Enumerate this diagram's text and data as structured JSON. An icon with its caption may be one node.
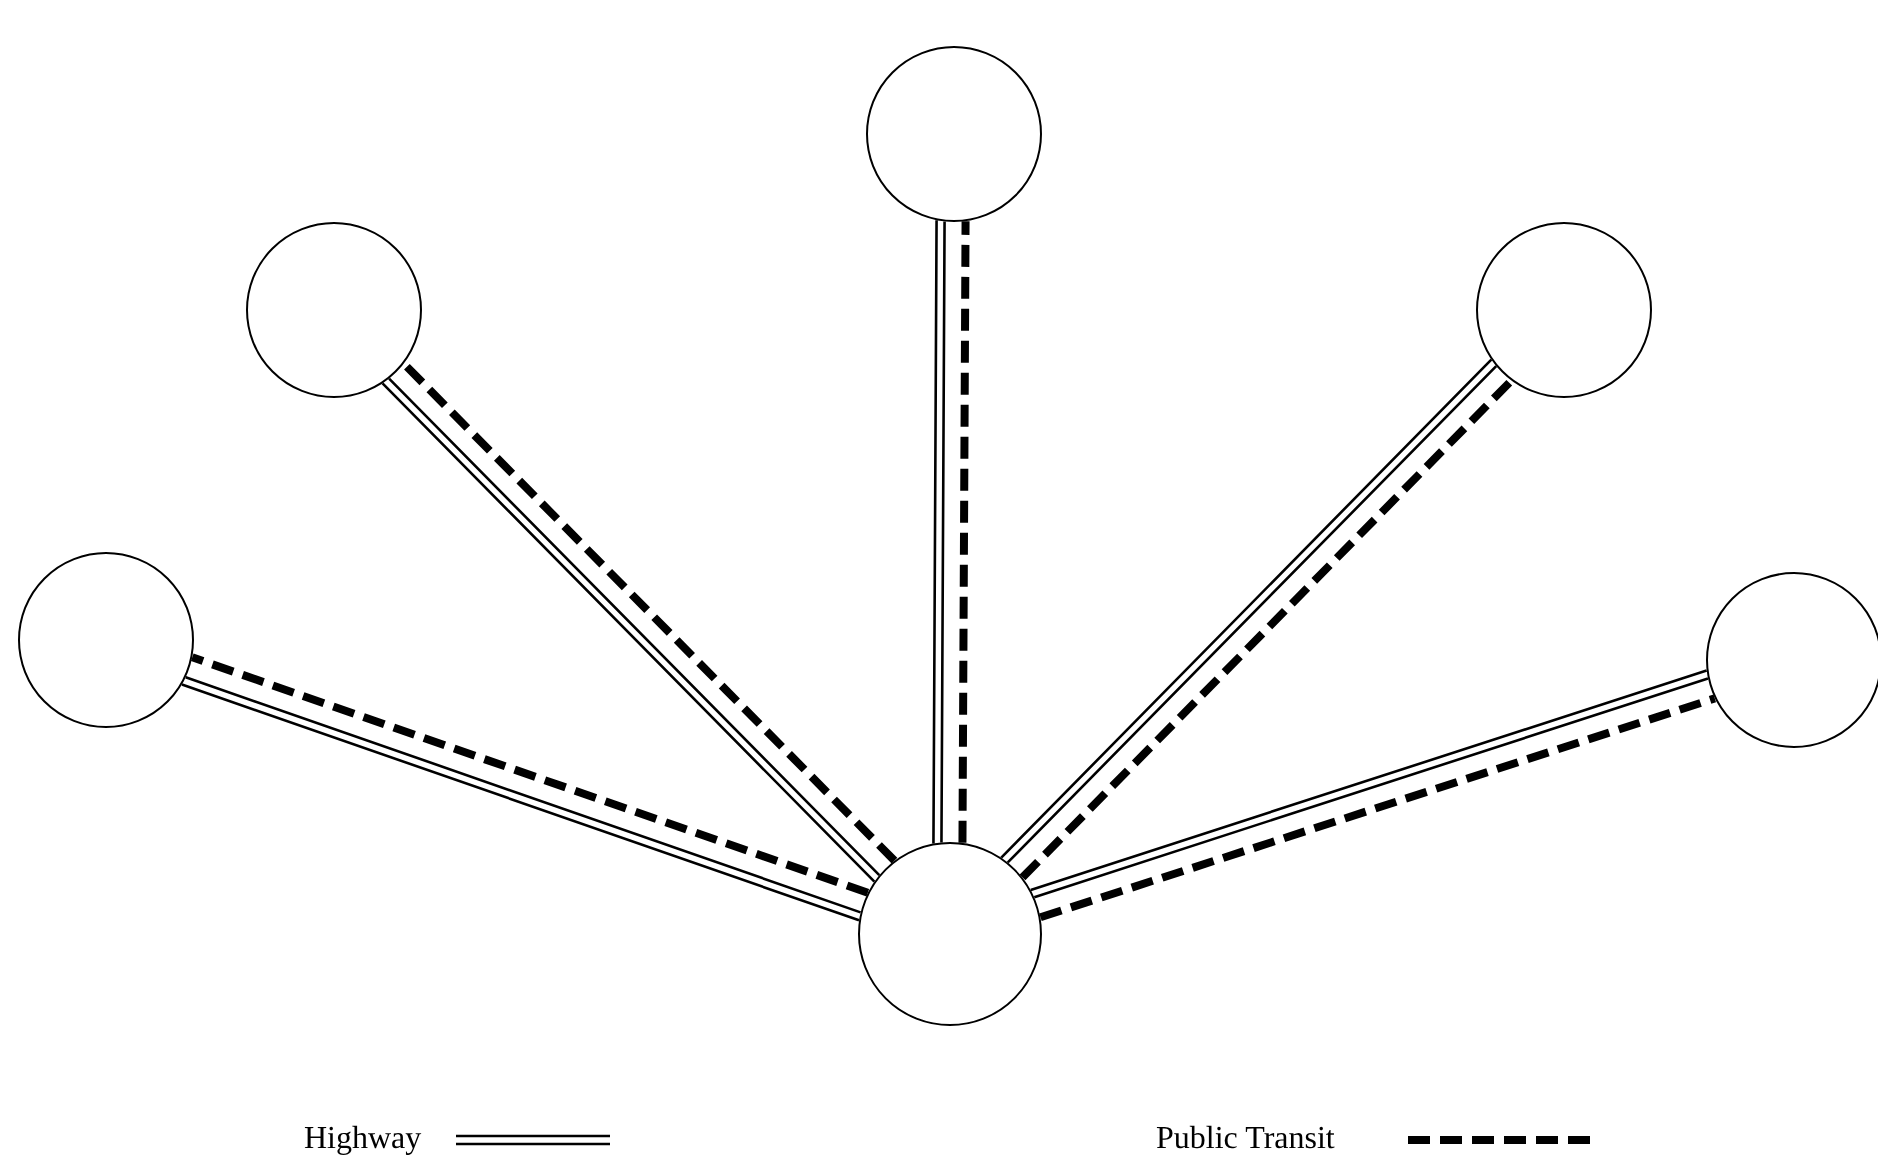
{
  "diagram": {
    "nodes": [
      {
        "text": [],
        "shape": "circle"
      },
      {
        "text": [],
        "shape": "circle"
      },
      {
        "text": [],
        "shape": "circle"
      },
      {
        "text": [],
        "shape": "circle"
      },
      {
        "text": [],
        "shape": "circle"
      },
      {
        "text": [],
        "shape": "circle"
      }
    ],
    "edges": [
      {
        "from": 5,
        "to": 0,
        "arrow": "none"
      },
      {
        "from": 5,
        "to": 0,
        "arrow": "none",
        "style": "dashed"
      },
      {
        "from": 5,
        "to": 1,
        "arrow": "none"
      },
      {
        "from": 5,
        "to": 1,
        "arrow": "none",
        "style": "dashed"
      },
      {
        "from": 5,
        "to": 2,
        "arrow": "none"
      },
      {
        "from": 5,
        "to": 2,
        "arrow": "none",
        "style": "dashed"
      },
      {
        "from": 5,
        "to": 3,
        "arrow": "none"
      },
      {
        "from": 5,
        "to": 3,
        "arrow": "none",
        "style": "dashed"
      },
      {
        "from": 5,
        "to": 4,
        "arrow": "none"
      },
      {
        "from": 5,
        "to": 4,
        "arrow": "none",
        "style": "dashed"
      }
    ],
    "legend": [
      {
        "text": "Highway"
      },
      {
        "text": "Public Transit"
      }
    ]
  }
}
